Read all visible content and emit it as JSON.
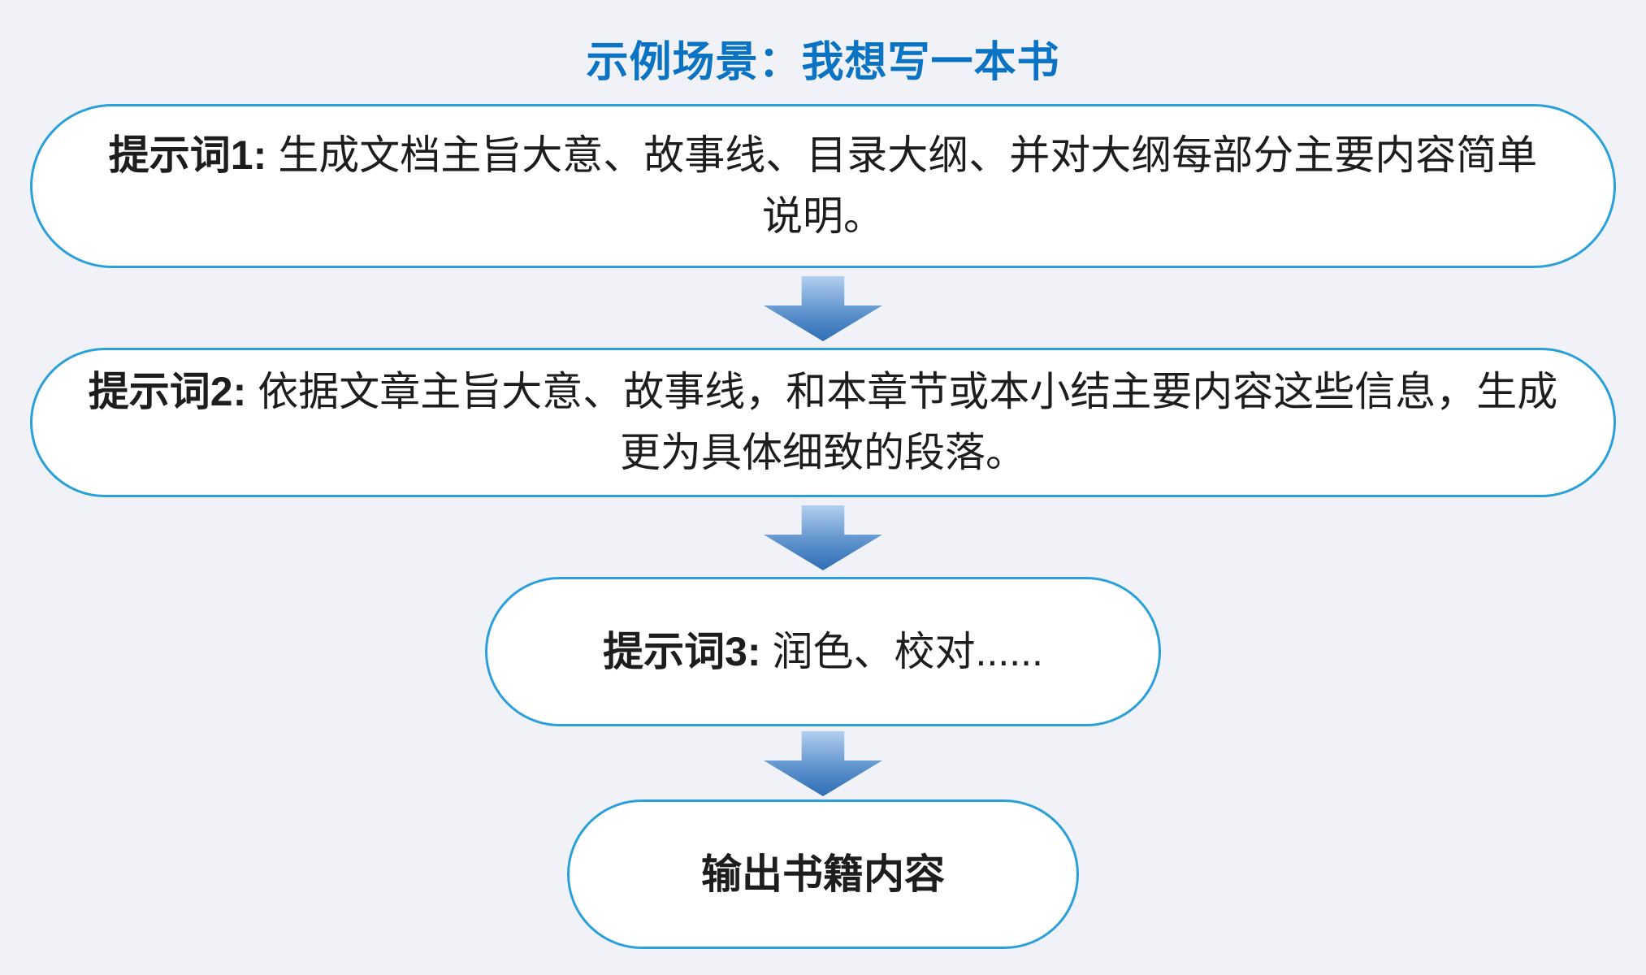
{
  "title": "示例场景：我想写一本书",
  "steps": [
    {
      "label": "提示词1:",
      "text": "生成文档主旨大意、故事线、目录大纲、并对大纲每部分主要内容简单说明。"
    },
    {
      "label": "提示词2:",
      "text": "依据文章主旨大意、故事线，和本章节或本小结主要内容这些信息，生成更为具体细致的段落。"
    },
    {
      "label": "提示词3:",
      "text": "润色、校对......"
    },
    {
      "label": "输出书籍内容",
      "text": ""
    }
  ],
  "colors": {
    "background": "#f0f2f7",
    "title": "#0a73c4",
    "box_border": "#2b9fd9",
    "box_fill": "#ffffff",
    "arrow_top": "#b3cfef",
    "arrow_bottom": "#2e6fb4",
    "text": "#1d1d1f"
  }
}
